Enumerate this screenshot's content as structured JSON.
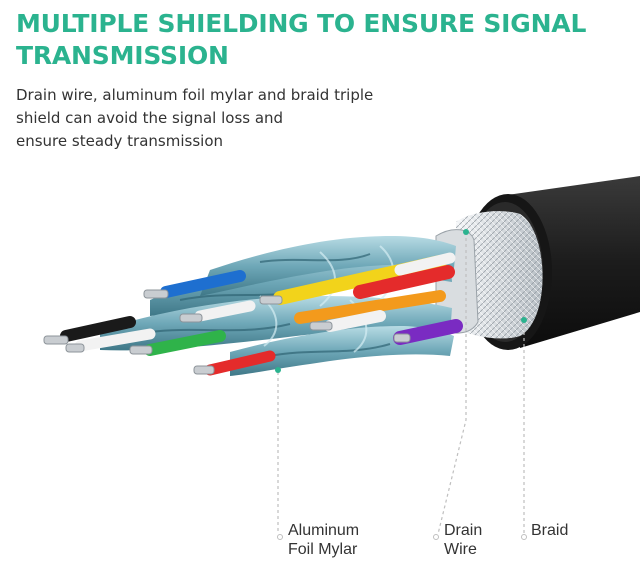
{
  "heading": {
    "line1": "MULTIPLE SHIELDING TO ENSURE SIGNAL",
    "line2": "TRANSMISSION"
  },
  "description": {
    "line1": "Drain wire, aluminum foil mylar and braid triple",
    "line2": "shield can avoid the signal loss and",
    "line3": "ensure steady transmission"
  },
  "labels": {
    "foil": {
      "line1": "Aluminum",
      "line2": "Foil Mylar"
    },
    "drain": {
      "line1": "Drain",
      "line2": "Wire"
    },
    "braid": {
      "line1": "Braid"
    }
  },
  "colors": {
    "heading": "#2bb38f",
    "text": "#333333",
    "jacket": "#1c1c1c",
    "braid": "#cfd4d8",
    "foil": "#7fb6c4",
    "wire_blue": "#1e6fd0",
    "wire_yellow": "#f2d31b",
    "wire_red": "#e42b2b",
    "wire_orange": "#f39a1c",
    "wire_purple": "#7a2bc2",
    "wire_green": "#2fb34a",
    "wire_black": "#1a1a1a",
    "wire_white": "#f2f2f2"
  }
}
